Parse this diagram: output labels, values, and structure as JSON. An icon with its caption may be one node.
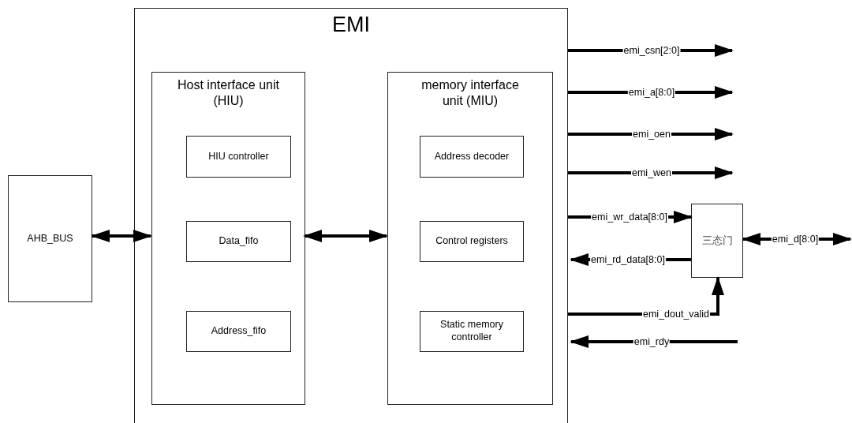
{
  "diagram": {
    "nodes": [
      {
        "text": [
          "AHB_BUS"
        ]
      },
      {
        "text": [
          "EMI"
        ]
      },
      {
        "text": [
          "Host interface unit (HIU)"
        ],
        "in": 1
      },
      {
        "text": [
          "HIU controller"
        ],
        "in": 2
      },
      {
        "text": [
          "Data_fifo"
        ],
        "in": 2
      },
      {
        "text": [
          "Address_fifo"
        ],
        "in": 2
      },
      {
        "text": [
          "memory interface unit (MIU)"
        ],
        "in": 1
      },
      {
        "text": [
          "Address decoder"
        ],
        "in": 6
      },
      {
        "text": [
          "Control registers"
        ],
        "in": 6
      },
      {
        "text": [
          "Static memory controller"
        ],
        "in": 6
      },
      {
        "text": [
          "三态门"
        ]
      }
    ],
    "edges": [
      {
        "from": 0,
        "to": 2,
        "arrow": "both"
      },
      {
        "from": 2,
        "to": 6,
        "arrow": "both"
      },
      {
        "from": 1,
        "to": null,
        "arrow": "to",
        "label": "emi_csn[2:0]"
      },
      {
        "from": 1,
        "to": null,
        "arrow": "to",
        "label": "emi_a[8:0]"
      },
      {
        "from": 1,
        "to": null,
        "arrow": "to",
        "label": "emi_oen"
      },
      {
        "from": 1,
        "to": null,
        "arrow": "to",
        "label": "emi_wen"
      },
      {
        "from": 1,
        "to": 10,
        "arrow": "to",
        "label": "emi_wr_data[8:0]"
      },
      {
        "from": 10,
        "to": 1,
        "arrow": "to",
        "label": "emi_rd_data[8:0]"
      },
      {
        "from": 1,
        "to": 10,
        "arrow": "to",
        "label": "emi_dout_valid"
      },
      {
        "from": 10,
        "to": null,
        "arrow": "both",
        "label": "emi_d[8:0]"
      },
      {
        "from": null,
        "to": 1,
        "arrow": "to",
        "label": "emi_rdy"
      }
    ]
  }
}
